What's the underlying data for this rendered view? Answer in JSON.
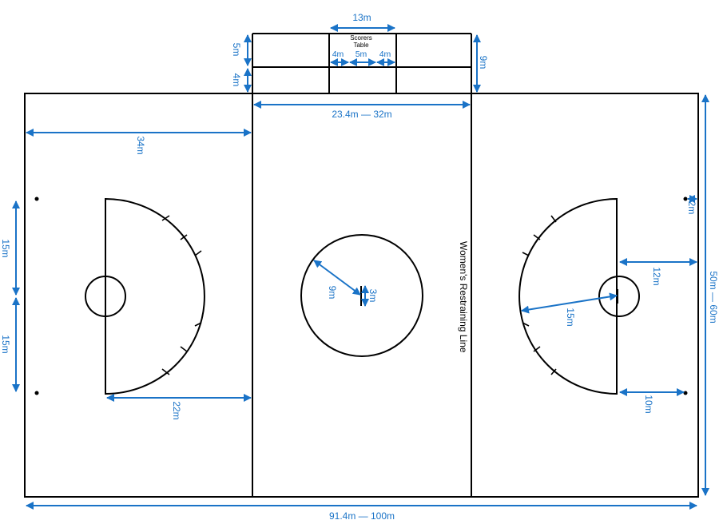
{
  "scorers_table": {
    "line1": "Scorers",
    "line2": "Table"
  },
  "womens_restraining_line": "Women's Restraining Line",
  "colors": {
    "dimension": "#1a73c7",
    "lines": "#000000",
    "background": "#ffffff"
  },
  "dimensions": {
    "table_width": "13m",
    "table_segment_left": "4m",
    "table_segment_middle": "5m",
    "table_segment_right": "4m",
    "table_depth": "9m",
    "table_upper": "5m",
    "table_lower": "4m",
    "middle_zone_width": "23.4m — 32m",
    "left_zone_length": "34m",
    "goal_circle_upper": "15m",
    "goal_circle_lower": "15m",
    "goal_to_zone": "22m",
    "center_circle_radius": "9m",
    "center_line": "3m",
    "goal_line_offset": "2m",
    "goal_area_offset": "12m",
    "arc_radius": "15m",
    "goal_area_lower_offset": "10m",
    "field_width": "50m — 60m",
    "field_length": "91.4m — 100m"
  }
}
